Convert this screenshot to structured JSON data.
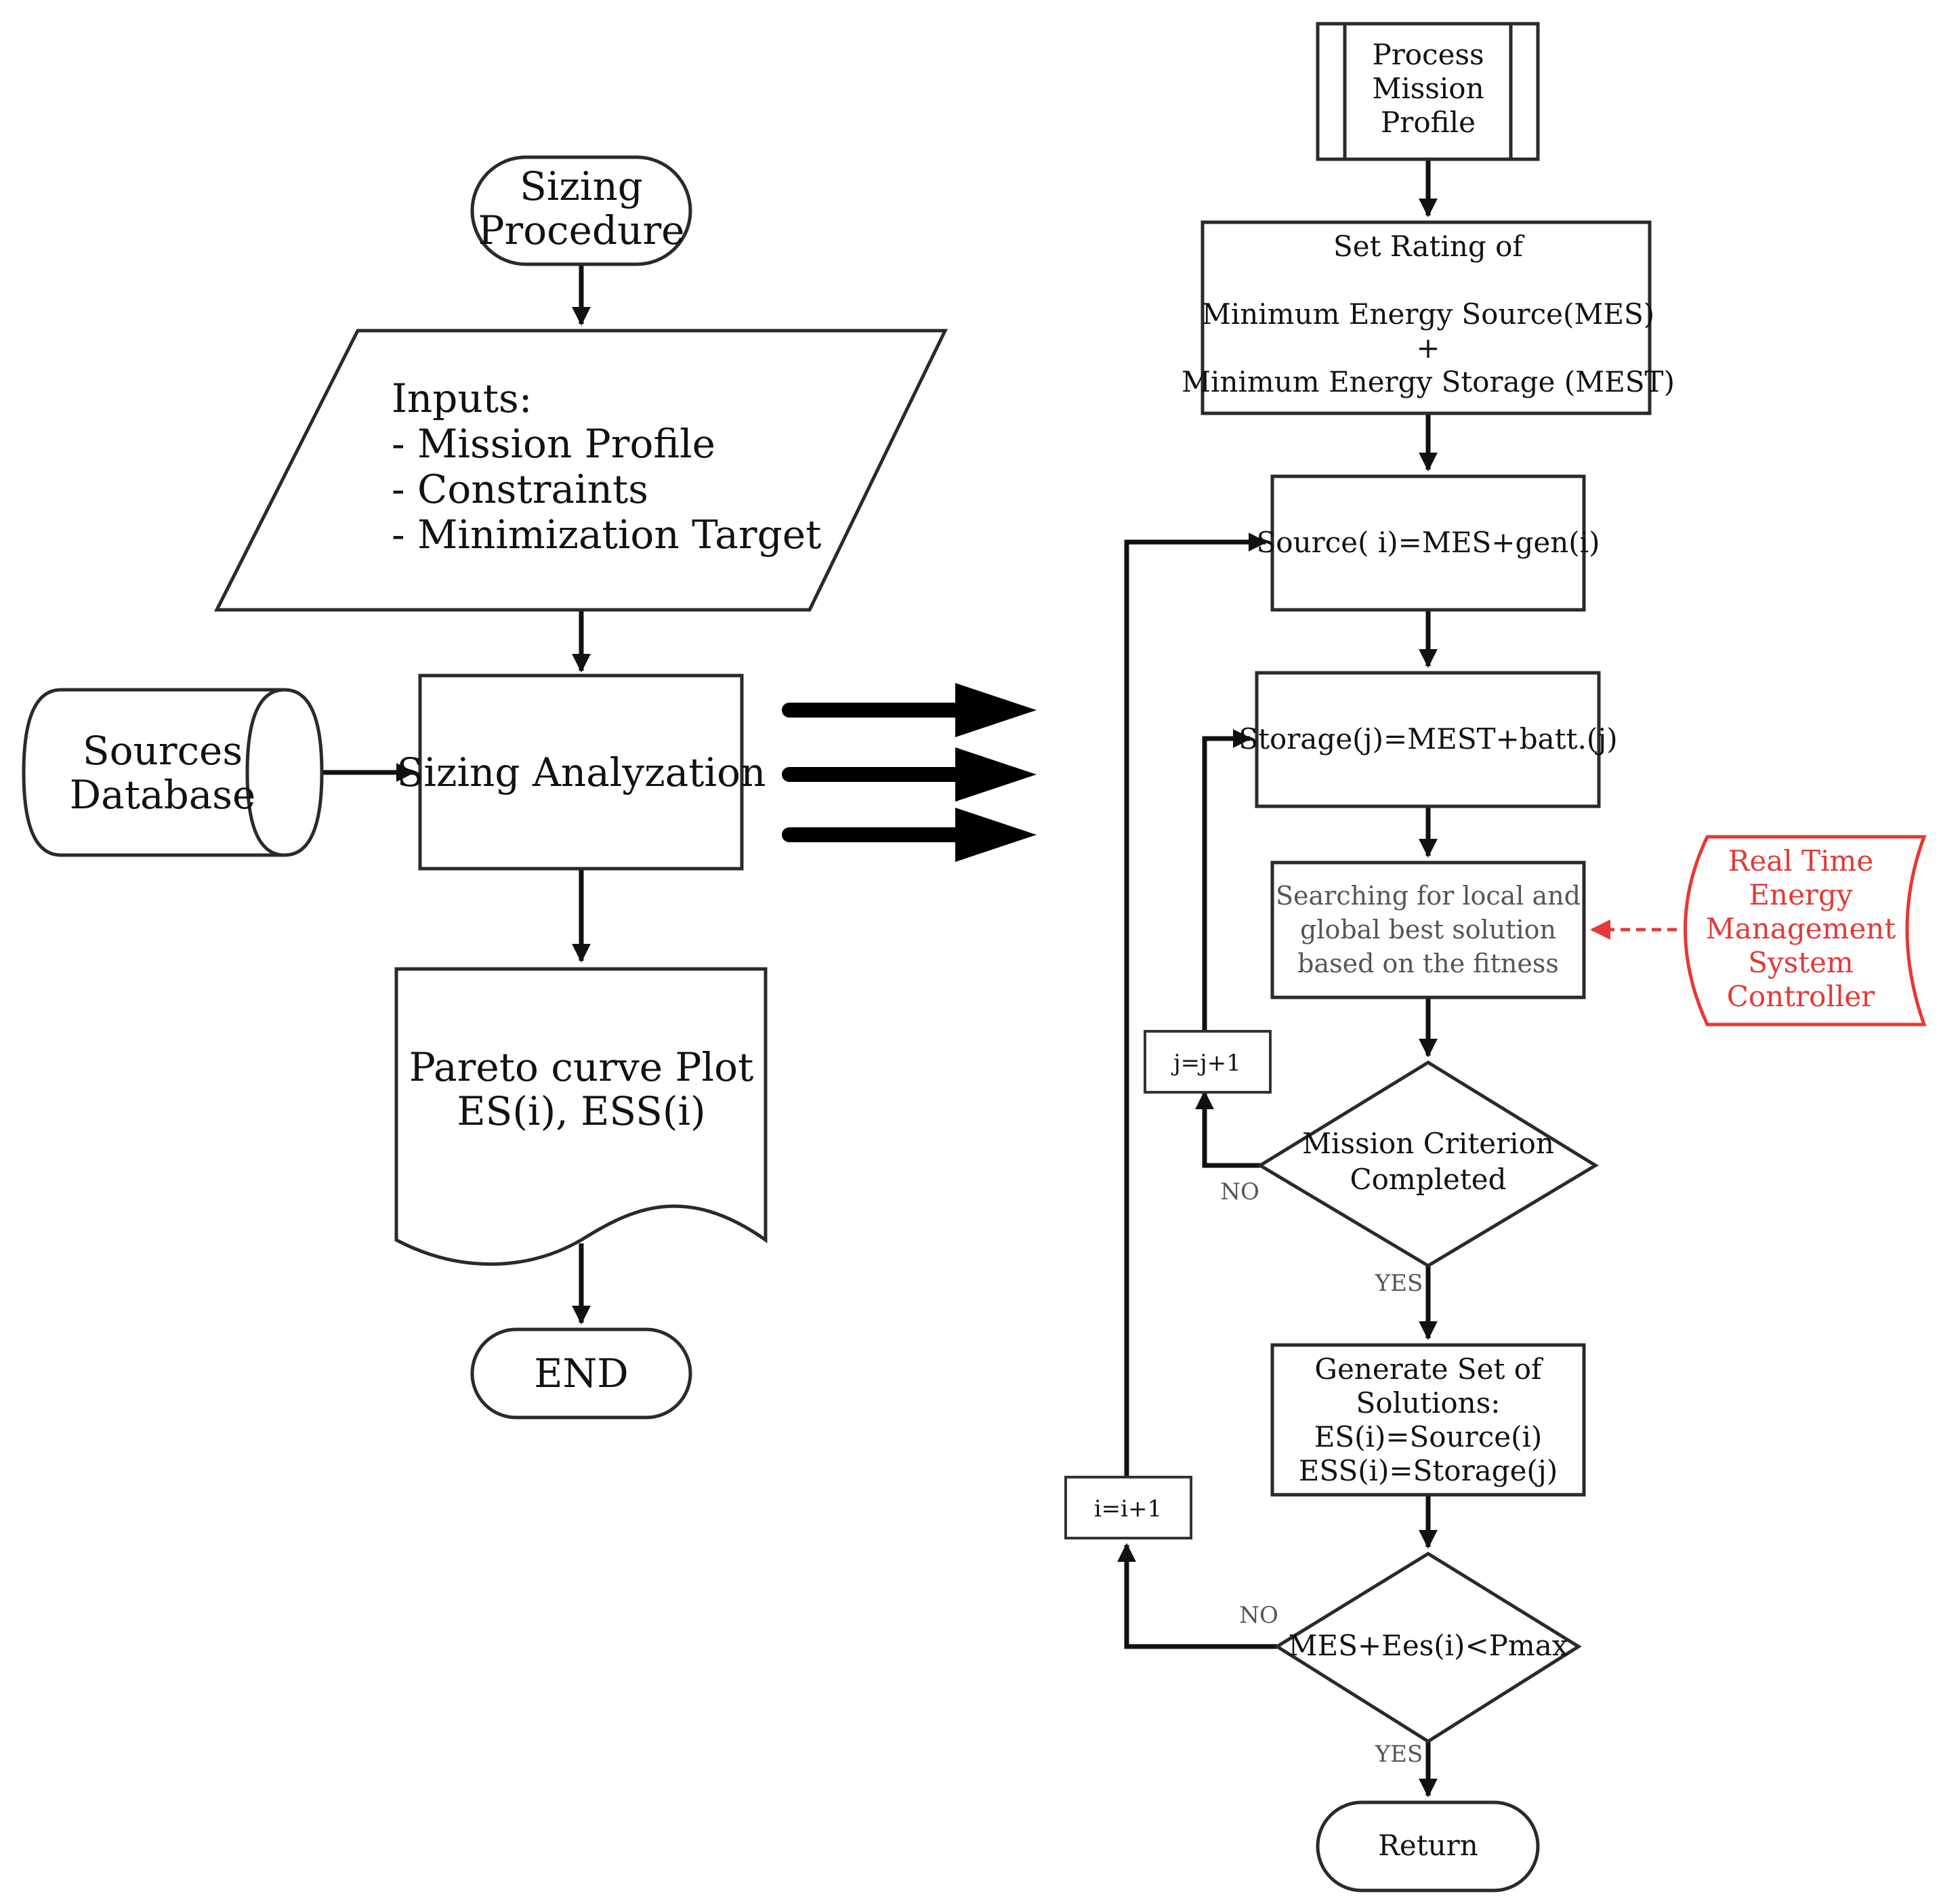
{
  "left": {
    "start": [
      "Sizing",
      "Procedure"
    ],
    "inputs": [
      "Inputs:",
      "- Mission Profile",
      "- Constraints",
      "- Minimization Target"
    ],
    "database": [
      "Sources",
      "Database"
    ],
    "analyzation": "Sizing Analyzation",
    "pareto": [
      "Pareto curve  Plot",
      "ES(i), ESS(i)"
    ],
    "end": "END"
  },
  "right": {
    "process": [
      "Process",
      "Mission",
      "Profile"
    ],
    "set_rating": [
      "Set Rating of",
      "Minimum Energy Source(MES)",
      "+",
      "Minimum Energy Storage (MEST)"
    ],
    "source": "Source( i)=MES+gen(i)",
    "storage": "Storage(j)=MEST+batt.(j)",
    "search": [
      "Searching for local and",
      "global best solution",
      "based on the fitness"
    ],
    "ems": [
      "Real Time",
      "Energy",
      "Management",
      "System",
      "Controller"
    ],
    "j_inc": "j=j+1",
    "criterion": [
      "Mission Criterion",
      "Completed"
    ],
    "no1": "NO",
    "yes1": "YES",
    "generate": [
      "Generate Set of",
      "Solutions:",
      "ES(i)=Source(i)",
      "ESS(i)=Storage(j)"
    ],
    "i_inc": "i=i+1",
    "check": "MES+Ees(i)<Pmax",
    "no2": "NO",
    "yes2": "YES",
    "return": "Return"
  },
  "colors": {
    "ems": "#e53935",
    "lines": "#111111"
  }
}
